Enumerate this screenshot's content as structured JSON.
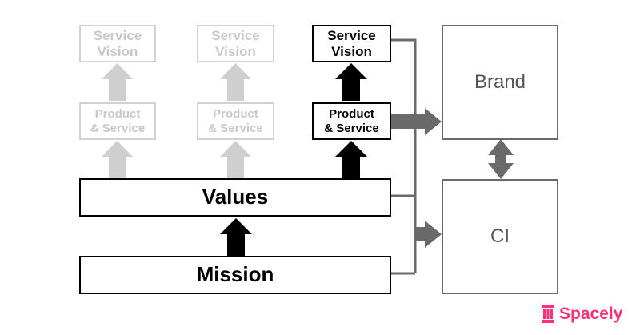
{
  "columns": [
    {
      "service_vision": "Service\nVision",
      "product_service": "Product\n& Service",
      "state": "faded"
    },
    {
      "service_vision": "Service\nVision",
      "product_service": "Product\n& Service",
      "state": "faded"
    },
    {
      "service_vision": "Service\nVision",
      "product_service": "Product\n& Service",
      "state": "active"
    }
  ],
  "values_label": "Values",
  "mission_label": "Mission",
  "brand_label": "Brand",
  "ci_label": "CI",
  "logo": {
    "text": "Spacely",
    "icon": "pillar-icon",
    "color": "#ff2f79"
  },
  "colors": {
    "faded": "#d2d2d2",
    "active": "#000000",
    "connector": "#6a6a6a"
  }
}
